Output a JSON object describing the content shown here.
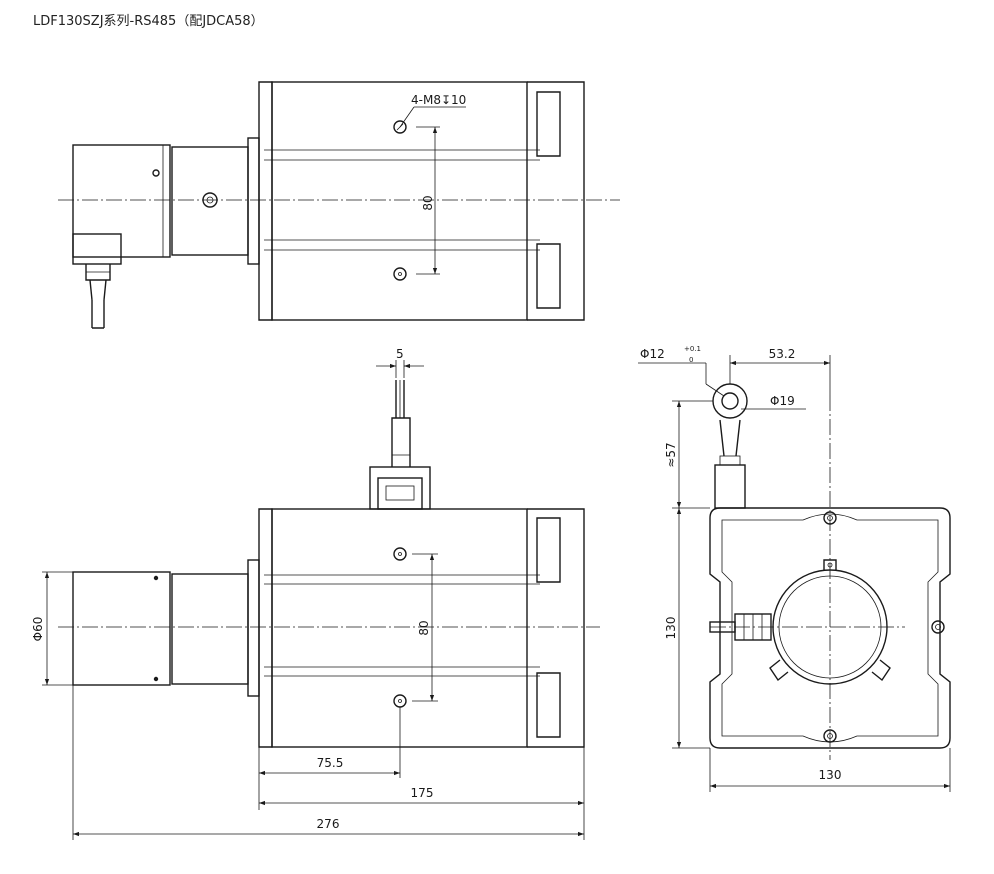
{
  "title": "LDF130SZJ系列-RS485（配JDCA58）",
  "dimensions": {
    "thread_callout": "4-M8↧10",
    "hole_pitch_top": "80",
    "cable_width": "5",
    "hole_pitch_front": "80",
    "encoder_dia": "Φ60",
    "hole_offset": "75.5",
    "body_length": "175",
    "overall_length": "276",
    "ring_inner": "Φ12",
    "ring_inner_tol_upper": "+0.1",
    "ring_inner_tol_lower": "0",
    "ring_offset": "53.2",
    "ring_outer": "Φ19",
    "ring_height": "≈57",
    "side_height": "130",
    "side_width": "130"
  }
}
